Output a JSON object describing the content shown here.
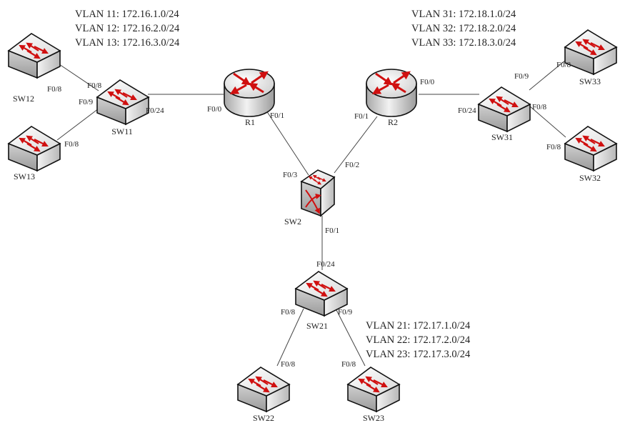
{
  "title": "Network topology",
  "vlan_groups": [
    {
      "id": "vlan-group-sw11",
      "lines": [
        "VLAN 11: 172.16.1.0/24",
        "VLAN 12: 172.16.2.0/24",
        "VLAN 13: 172.16.3.0/24"
      ]
    },
    {
      "id": "vlan-group-sw31",
      "lines": [
        "VLAN 31: 172.18.1.0/24",
        "VLAN 32: 172.18.2.0/24",
        "VLAN 33: 172.18.3.0/24"
      ]
    },
    {
      "id": "vlan-group-sw21",
      "lines": [
        "VLAN 21: 172.17.1.0/24",
        "VLAN 22: 172.17.2.0/24",
        "VLAN 23: 172.17.3.0/24"
      ]
    }
  ],
  "devices": [
    {
      "id": "SW12",
      "type": "switch"
    },
    {
      "id": "SW11",
      "type": "switch"
    },
    {
      "id": "SW13",
      "type": "switch"
    },
    {
      "id": "R1",
      "type": "router"
    },
    {
      "id": "R2",
      "type": "router"
    },
    {
      "id": "SW2",
      "type": "multilayer-switch"
    },
    {
      "id": "SW31",
      "type": "switch"
    },
    {
      "id": "SW33",
      "type": "switch"
    },
    {
      "id": "SW32",
      "type": "switch"
    },
    {
      "id": "SW21",
      "type": "switch"
    },
    {
      "id": "SW22",
      "type": "switch"
    },
    {
      "id": "SW23",
      "type": "switch"
    }
  ],
  "links": [
    {
      "a": "SW12",
      "a_port": "F0/8",
      "b": "SW11",
      "b_port": "F0/8"
    },
    {
      "a": "SW13",
      "a_port": "F0/8",
      "b": "SW11",
      "b_port": "F0/9"
    },
    {
      "a": "SW11",
      "a_port": "F0/24",
      "b": "R1",
      "b_port": "F0/0"
    },
    {
      "a": "R1",
      "a_port": "F0/1",
      "b": "SW2",
      "b_port": "F0/3"
    },
    {
      "a": "R2",
      "a_port": "F0/1",
      "b": "SW2",
      "b_port": "F0/2"
    },
    {
      "a": "R2",
      "a_port": "F0/0",
      "b": "SW31",
      "b_port": "F0/24"
    },
    {
      "a": "SW31",
      "a_port": "F0/9",
      "b": "SW33",
      "b_port": "F0/8"
    },
    {
      "a": "SW31",
      "a_port": "F0/8",
      "b": "SW32",
      "b_port": "F0/8"
    },
    {
      "a": "SW2",
      "a_port": "F0/1",
      "b": "SW21",
      "b_port": "F0/24"
    },
    {
      "a": "SW21",
      "a_port": "F0/8",
      "b": "SW22",
      "b_port": "F0/8"
    },
    {
      "a": "SW21",
      "a_port": "F0/9",
      "b": "SW23",
      "b_port": "F0/8"
    }
  ]
}
